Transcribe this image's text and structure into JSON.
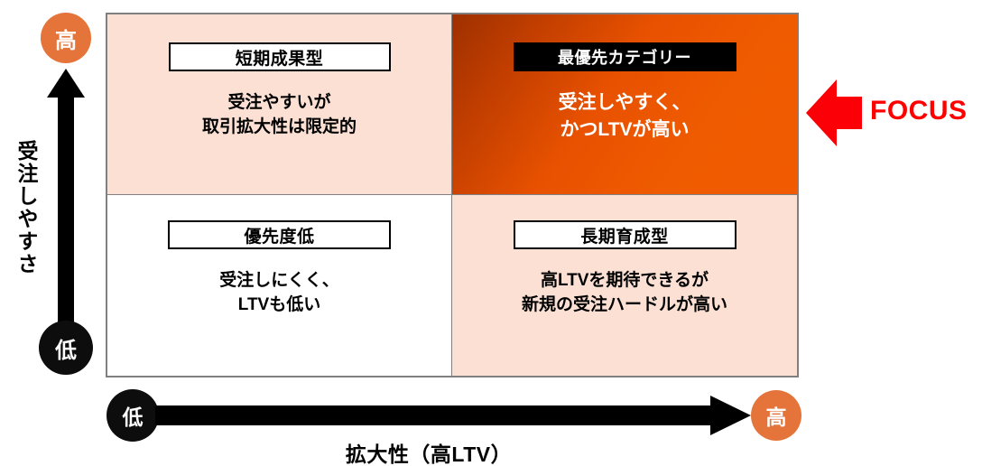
{
  "diagram": {
    "type": "2x2-priority-matrix",
    "colors": {
      "accent_orange": "#e4743a",
      "quadrant_peach": "#fbe0d3",
      "highlight_orange_dark": "#9e3000",
      "highlight_orange_bright": "#f15a00",
      "focus_red": "#ff0000",
      "grid_border": "#808080",
      "black": "#000000",
      "white": "#ffffff"
    },
    "quadrants": [
      {
        "id": "top-left",
        "header": "短期成果型",
        "body": "受注やすいが\n取引拡大性は限定的",
        "fill": "#fbe0d3",
        "emphasis": false
      },
      {
        "id": "top-right",
        "header": "最優先カテゴリー",
        "body": "受注しやすく、\nかつLTVが高い",
        "fill": "gradient-orange",
        "emphasis": true
      },
      {
        "id": "bottom-left",
        "header": "優先度低",
        "body": "受注しにくく、\nLTVも低い",
        "fill": "#ffffff",
        "emphasis": false
      },
      {
        "id": "bottom-right",
        "header": "長期育成型",
        "body": "高LTVを期待できるが\n新規の受注ハードルが高い",
        "fill": "#fbe0d3",
        "emphasis": false
      }
    ],
    "y_axis": {
      "label": "受注しやすさ",
      "high_label": "高",
      "low_label": "低",
      "direction": "up",
      "high_badge_color": "#e4743a",
      "low_badge_color": "#0d0d0d"
    },
    "x_axis": {
      "label": "拡大性（高LTV）",
      "high_label": "高",
      "low_label": "低",
      "direction": "right",
      "high_badge_color": "#e4743a",
      "low_badge_color": "#0d0d0d"
    },
    "callout": {
      "text": "FOCUS",
      "color": "#ff0000",
      "points_to": "top-right",
      "arrow_direction": "left"
    }
  }
}
